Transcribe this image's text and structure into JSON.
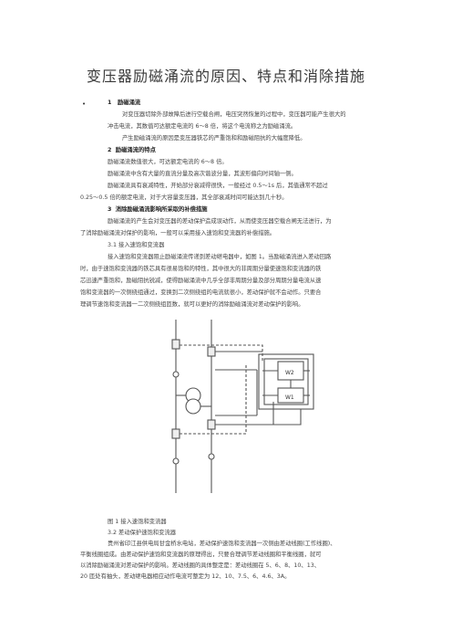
{
  "title": "变压器励磁涌流的原因、特点和消除措施",
  "s1": {
    "num": "1",
    "heading": "励磁涌流",
    "p1a": "对变压器切除外部故障后进行空载合闸，电压突然恢复的过程中，变压器可能产生很大的",
    "p1b": "冲击电流，其数值可达额定电流的 6～8 倍，将这个电流称之为励磁涌流。",
    "p2": "产生励磁涌流的原因是变压器铁芯的严重饱和和励磁阻抗的大幅度降低。"
  },
  "s2": {
    "num": "2",
    "heading": "励磁涌流的特点",
    "l1": "励磁涌流数值很大，可达额定电流的 6～8 倍。",
    "l2": "励磁涌流中含有大量的直流分量及高次谐波分量，其波形偏向时间轴一侧。",
    "l3a": "励磁涌流具有衰减特性，开始部分衰减得很快，一般经过 0.5～1s 后，其值通常不超过",
    "l3b": "0.25～0.5 倍的额定电流，对于大容量变压器，其全部衰减时间可能达到几十秒。"
  },
  "s3": {
    "num": "3",
    "heading": "消除励磁涌流影响所采取的补偿措施",
    "p1a": "励磁涌流的产生会对变压器的差动保护造成误动作，从而使变压器空载合闸无法进行，为",
    "p1b": "了消除励磁涌流对保护的影响，一般可以采用接入速饱和变流器的补偿措施。",
    "sub1": "3.1  接入速饱和变流器",
    "sp1": "接入速饱和变流器阻止励磁涌流传递到差动继电器中，如图 1。当励磁涌流进入差动回路",
    "sp2": "时，由于速饱和变流器的铁芯具有很易饱和的特性，其中很大的非周期分量使速饱和变流器的铁",
    "sp3": "芯迅速严重饱和，励磁阻抗锐减，使得励磁涌流中几乎全部非周期分量及部分周期分量电流从速",
    "sp4": "饱和变流器的一次侧绕组通过，变换到二次侧绕组的电流就很小，差动保护就不会动作。只要合",
    "sp5": "理调节速饱和变流器一二次侧绕组匝数，就可以更好的消除励磁涌流对差动保护的影响。",
    "diagram": {
      "label_w2": "W2",
      "label_w1": "W1"
    },
    "caption": "图 1  接入速饱和变流器",
    "sub2": "3.2  差动保护速饱和变流器",
    "tp1": "贵州省印江县供电局甘金桥水电站，差动保护速饱和变流器一次侧由差动线圈(工作线圈)、",
    "tp2": "平衡线圈组成。由差动保护速饱和变流器的原理得出，只要合理调节差动线圈和平衡线圈，就可",
    "tp3": "以消除励磁涌流对差动保护的影响。差动线圈的具体整定是：差动线圈在 5、6、8、10、13、",
    "tp4": "20 匝处有抽头，差动继电器相应动作电流可整定为 12、10、7.5、6、4.6、3A。"
  }
}
